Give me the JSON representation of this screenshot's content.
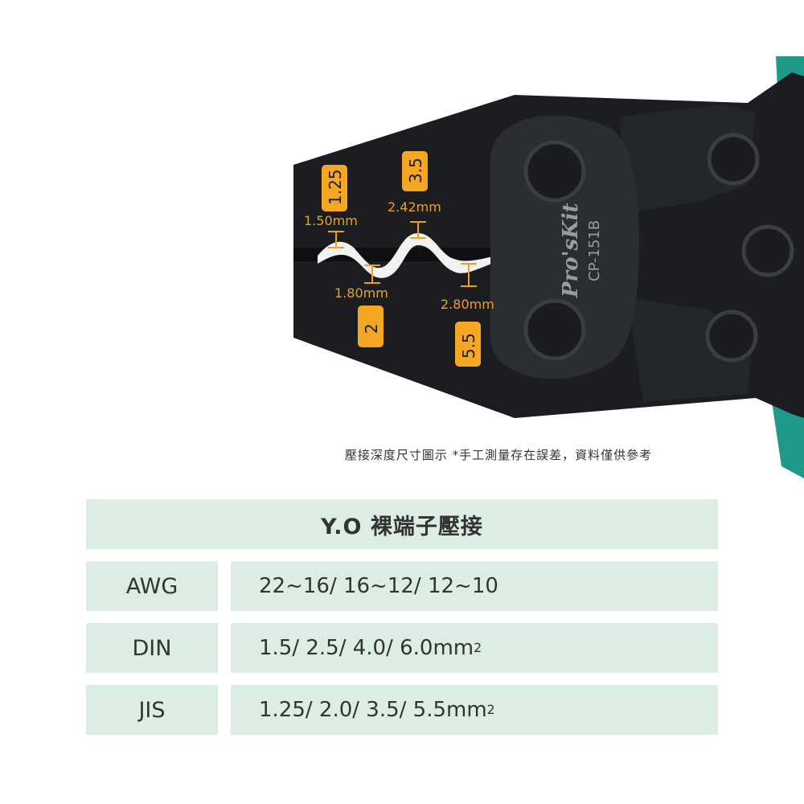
{
  "figure": {
    "brand": "Pro'sKit",
    "model": "CP-151B",
    "die_sizes": [
      "1.25",
      "3.5",
      "2",
      "5.5"
    ],
    "measurements": [
      "2.42mm",
      "1.50mm",
      "1.80mm",
      "2.80mm"
    ],
    "caption": "壓接深度尺寸圖示 *手工測量存在誤差，資料僅供參考",
    "colors": {
      "tool_body": "#1b1d20",
      "label_fill": "#f5a623",
      "measure_text": "#f0a020",
      "handle_teal": "#1f9a8a"
    }
  },
  "table": {
    "title": "Y.O 裸端子壓接",
    "header_color": "#dcede3",
    "rows": [
      {
        "label": "AWG",
        "value": "22~16/ 16~12/ 12~10",
        "sup": ""
      },
      {
        "label": "DIN",
        "value": "1.5/ 2.5/ 4.0/ 6.0mm",
        "sup": "2"
      },
      {
        "label": "JIS",
        "value": "1.25/ 2.0/ 3.5/ 5.5mm",
        "sup": "2"
      }
    ]
  }
}
